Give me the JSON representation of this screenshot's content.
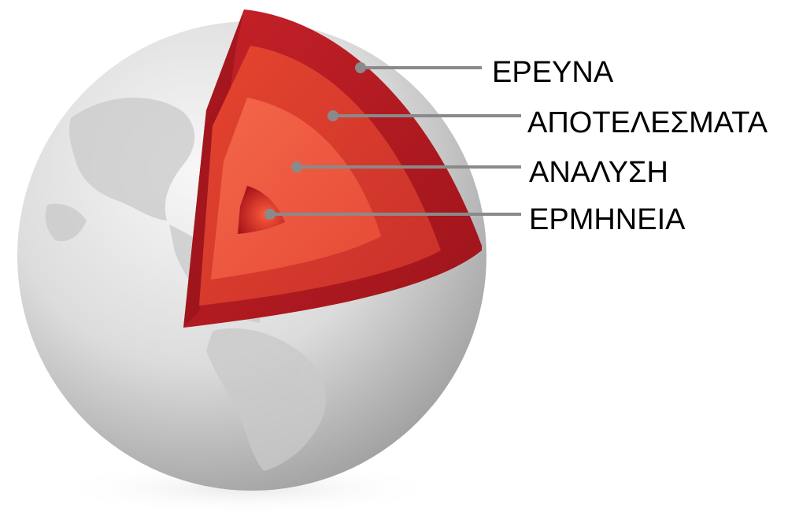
{
  "diagram": {
    "type": "globe-cutaway-layers",
    "layers": [
      {
        "id": "outer",
        "label": "ΕΡΕΥΝΑ",
        "color": "#b81c22"
      },
      {
        "id": "second",
        "label": "ΑΠΟΤΕΛΕΣΜΑΤΑ",
        "color": "#d93a2c"
      },
      {
        "id": "third",
        "label": "ΑΝΑΛΥΣΗ",
        "color": "#ef5b3f"
      },
      {
        "id": "core",
        "label": "ΕΡΜΗΝΕΙΑ",
        "color": "#c8161d"
      }
    ],
    "colors": {
      "globe": "#d6d6d6",
      "globe_highlight": "#f4f4f4",
      "land": "#c2c2c2",
      "leader_line": "#8a8a8a",
      "text": "#000000"
    }
  }
}
